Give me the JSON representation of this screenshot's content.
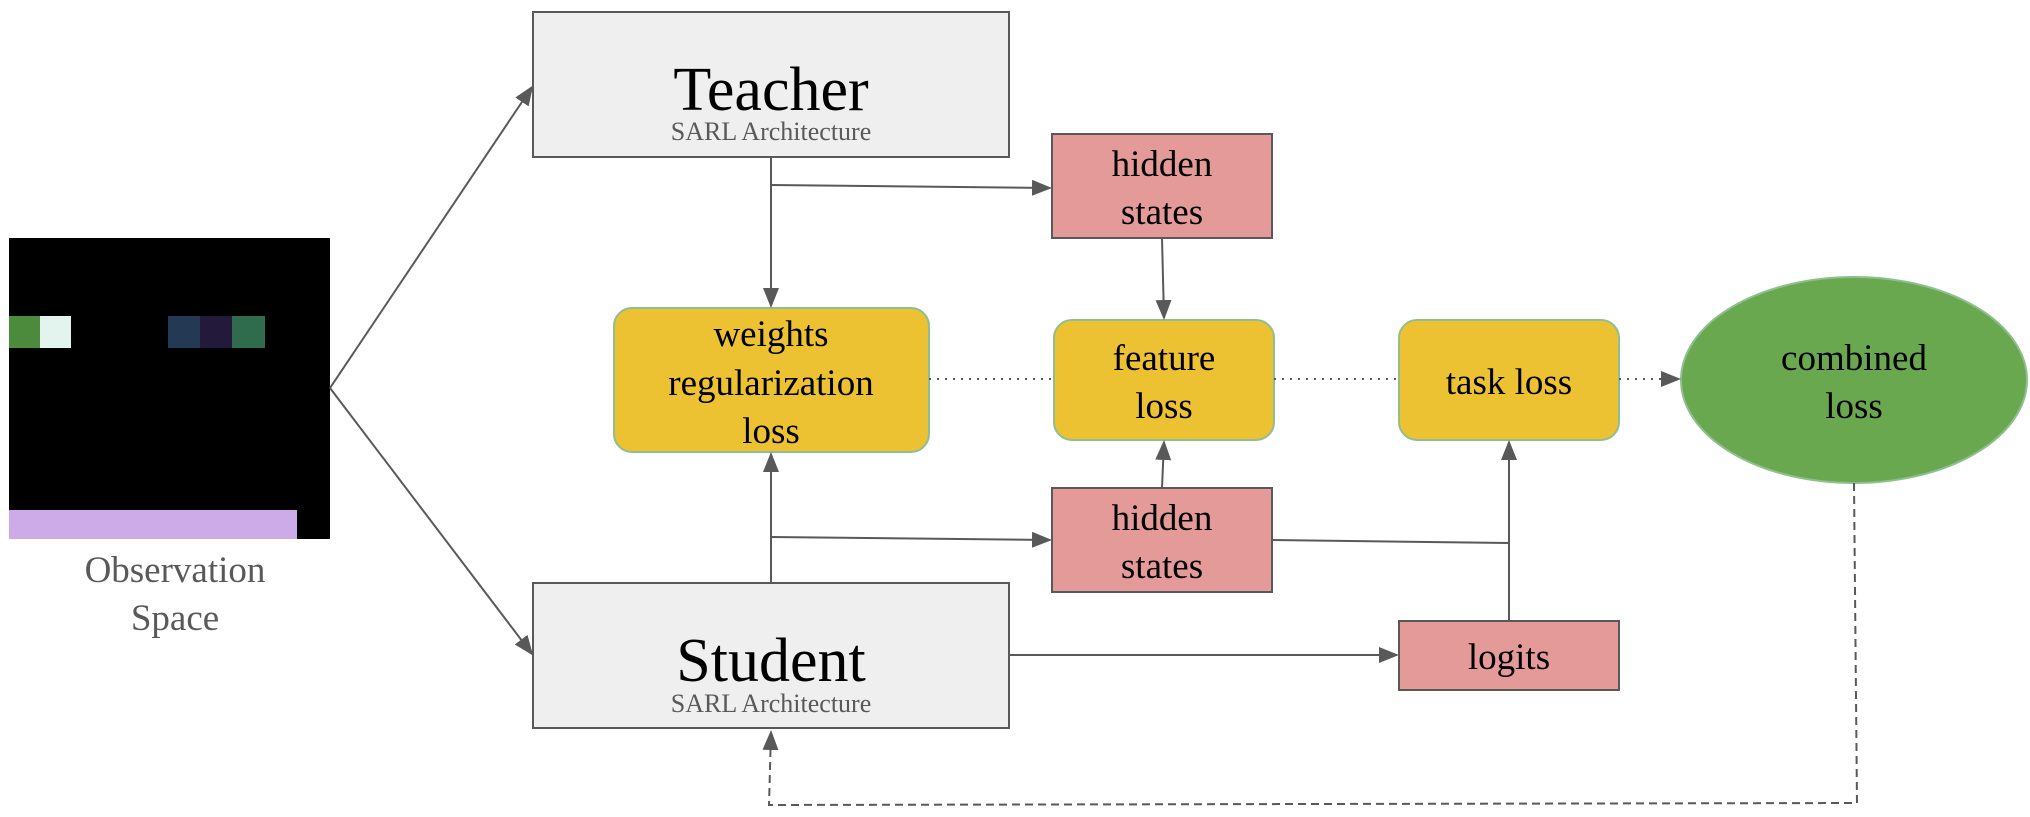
{
  "observation": {
    "label_line1": "Observation",
    "label_line2": "Space",
    "palette": {
      "background": "#000000",
      "agent_green": "#4c8a3c",
      "agent_light": "#e3f3ee",
      "cell_navy": "#243953",
      "cell_purple": "#231a3b",
      "cell_green": "#2f6c4e",
      "floor": "#cdaae8"
    }
  },
  "teacher": {
    "title": "Teacher",
    "subtitle": "SARL  Architecture"
  },
  "student": {
    "title": "Student",
    "subtitle": "SARL  Architecture"
  },
  "hidden_states_top": {
    "line1": "hidden",
    "line2": "states"
  },
  "hidden_states_bottom": {
    "line1": "hidden",
    "line2": "states"
  },
  "logits": {
    "label": "logits"
  },
  "weights_loss": {
    "line1": "weights",
    "line2": "regularization",
    "line3": "loss"
  },
  "feature_loss": {
    "line1": "feature",
    "line2": "loss"
  },
  "task_loss": {
    "label": "task loss"
  },
  "combined_loss": {
    "line1": "combined",
    "line2": "loss"
  },
  "colors": {
    "gray_box": "#efefef",
    "red_box": "#e59a9a",
    "yellow_box": "#ecc232",
    "yellow_border": "#8fbf8f",
    "green_ellipse": "#6aa84f",
    "arrow": "#595959"
  }
}
